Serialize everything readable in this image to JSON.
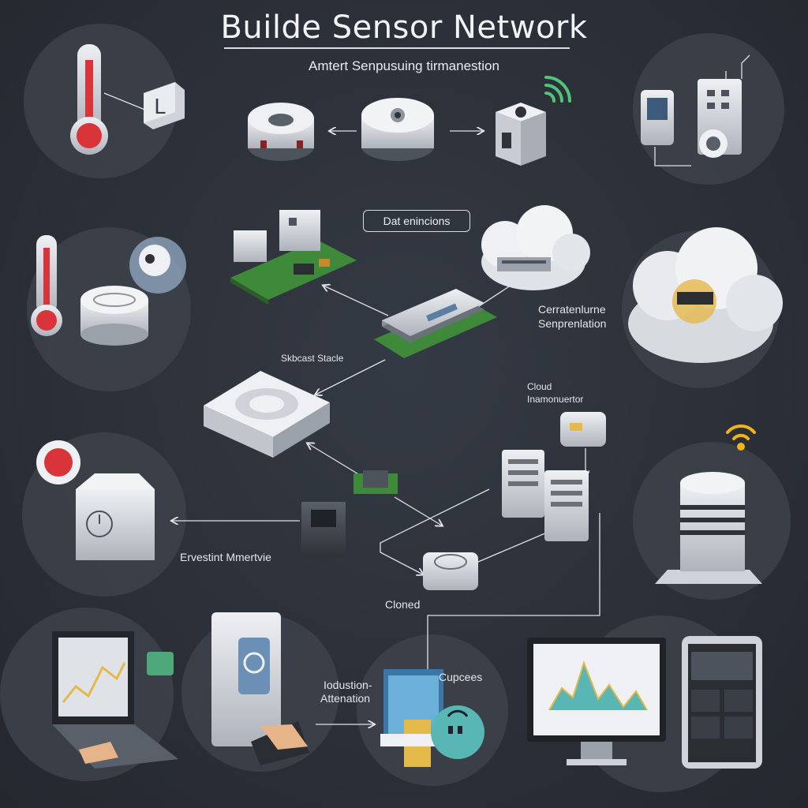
{
  "title": "Builde Sensor Network",
  "subtitle": "Amtert Senpusuing tirmanestion",
  "labels": {
    "data_box": "Dat enincions",
    "cloud_right_line1": "Cerratenlurne",
    "cloud_right_line2": "Senprenlation",
    "stack": "Skbcast Stacle",
    "cloud_mon_line1": "Cloud",
    "cloud_mon_line2": "Inamonuertor",
    "event": "Ervestint Mmertvie",
    "cloned": "Cloned",
    "induction_line1": "Iodustion-",
    "induction_line2": "Attenation",
    "cupcees": "Cupcees"
  },
  "colors": {
    "background": "#2c3038",
    "circle": "#3b4049",
    "device": "#d6d9de",
    "pcb": "#3f8a3a",
    "wifi_green": "#4fc47a",
    "wifi_yellow": "#f2b21b",
    "thermo_red": "#d8343a",
    "chart_teal": "#58b7b4",
    "chart_yellow": "#e5b84a"
  },
  "icons": [
    "thermometer-icon",
    "display-box-icon",
    "smoke-detector-icon",
    "camera-cube-icon",
    "wifi-icon",
    "wall-panel-icon",
    "pcb-module-icon",
    "cloud-icon",
    "chip-icon",
    "hub-icon",
    "server-rack-icon",
    "gateway-icon",
    "laptop-icon",
    "tablet-icon",
    "monitor-icon",
    "hand-icon",
    "arrow-icon"
  ]
}
